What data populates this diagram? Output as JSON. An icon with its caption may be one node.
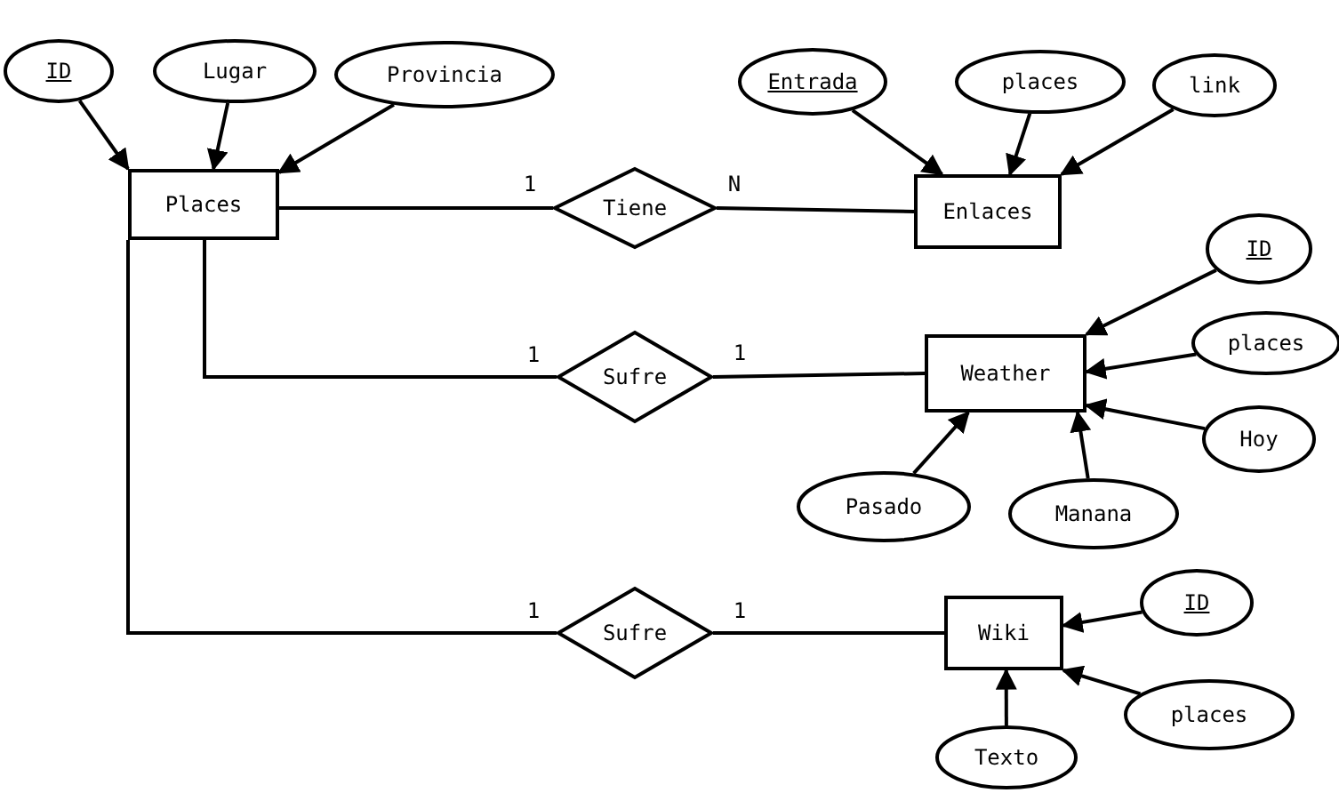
{
  "diagram": {
    "nodes": [
      {
        "text": [
          "ID"
        ]
      },
      {
        "text": [
          "Lugar"
        ]
      },
      {
        "text": [
          "Provincia"
        ]
      },
      {
        "text": [
          "Places"
        ]
      },
      {
        "text": [
          "Tiene"
        ]
      },
      {
        "text": [
          "Entrada"
        ]
      },
      {
        "text": [
          "places"
        ]
      },
      {
        "text": [
          "link"
        ]
      },
      {
        "text": [
          "Enlaces"
        ]
      },
      {
        "text": [
          "Sufre"
        ]
      },
      {
        "text": [
          "Weather"
        ]
      },
      {
        "text": [
          "ID"
        ]
      },
      {
        "text": [
          "places"
        ]
      },
      {
        "text": [
          "Hoy"
        ]
      },
      {
        "text": [
          "Pasado"
        ]
      },
      {
        "text": [
          "Manana"
        ]
      },
      {
        "text": [
          "Sufre"
        ]
      },
      {
        "text": [
          "Wiki"
        ]
      },
      {
        "text": [
          "ID"
        ]
      },
      {
        "text": [
          "places"
        ]
      },
      {
        "text": [
          "Texto"
        ]
      }
    ],
    "edges": [
      {
        "from": 0,
        "to": 3,
        "arrow": "to"
      },
      {
        "from": 1,
        "to": 3,
        "arrow": "to"
      },
      {
        "from": 2,
        "to": 3,
        "arrow": "to"
      },
      {
        "from": 5,
        "to": 8,
        "arrow": "to"
      },
      {
        "from": 6,
        "to": 8,
        "arrow": "to"
      },
      {
        "from": 7,
        "to": 8,
        "arrow": "to"
      },
      {
        "from": 11,
        "to": 10,
        "arrow": "to"
      },
      {
        "from": 12,
        "to": 10,
        "arrow": "to"
      },
      {
        "from": 13,
        "to": 10,
        "arrow": "to"
      },
      {
        "from": 14,
        "to": 10,
        "arrow": "to"
      },
      {
        "from": 15,
        "to": 10,
        "arrow": "to"
      },
      {
        "from": 18,
        "to": 17,
        "arrow": "to"
      },
      {
        "from": 19,
        "to": 17,
        "arrow": "to"
      },
      {
        "from": 20,
        "to": 17,
        "arrow": "to"
      },
      {
        "from": 3,
        "to": 4,
        "arrow": "none",
        "label": "1"
      },
      {
        "from": 4,
        "to": 8,
        "arrow": "none",
        "label": "N"
      },
      {
        "from": 3,
        "to": 9,
        "arrow": "none",
        "label": "1"
      },
      {
        "from": 9,
        "to": 10,
        "arrow": "none",
        "label": "1"
      },
      {
        "from": 3,
        "to": 16,
        "arrow": "none",
        "label": "1"
      },
      {
        "from": 16,
        "to": 17,
        "arrow": "none",
        "label": "1"
      }
    ]
  }
}
